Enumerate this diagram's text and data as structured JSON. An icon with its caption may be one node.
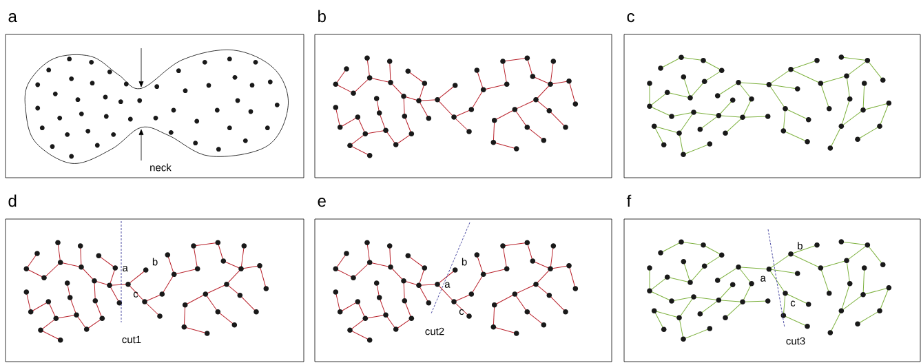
{
  "diagram": {
    "nodes": [
      {
        "text": [
          "a",
          "neck"
        ]
      },
      {
        "text": [
          "b"
        ]
      },
      {
        "text": [
          "c"
        ]
      },
      {
        "text": [
          "d",
          "b",
          "a",
          "c",
          "cut1"
        ]
      },
      {
        "text": [
          "e",
          "b",
          "a",
          "c",
          "cut2"
        ]
      },
      {
        "text": [
          "f",
          "b",
          "a",
          "c",
          "cut3"
        ]
      }
    ]
  }
}
